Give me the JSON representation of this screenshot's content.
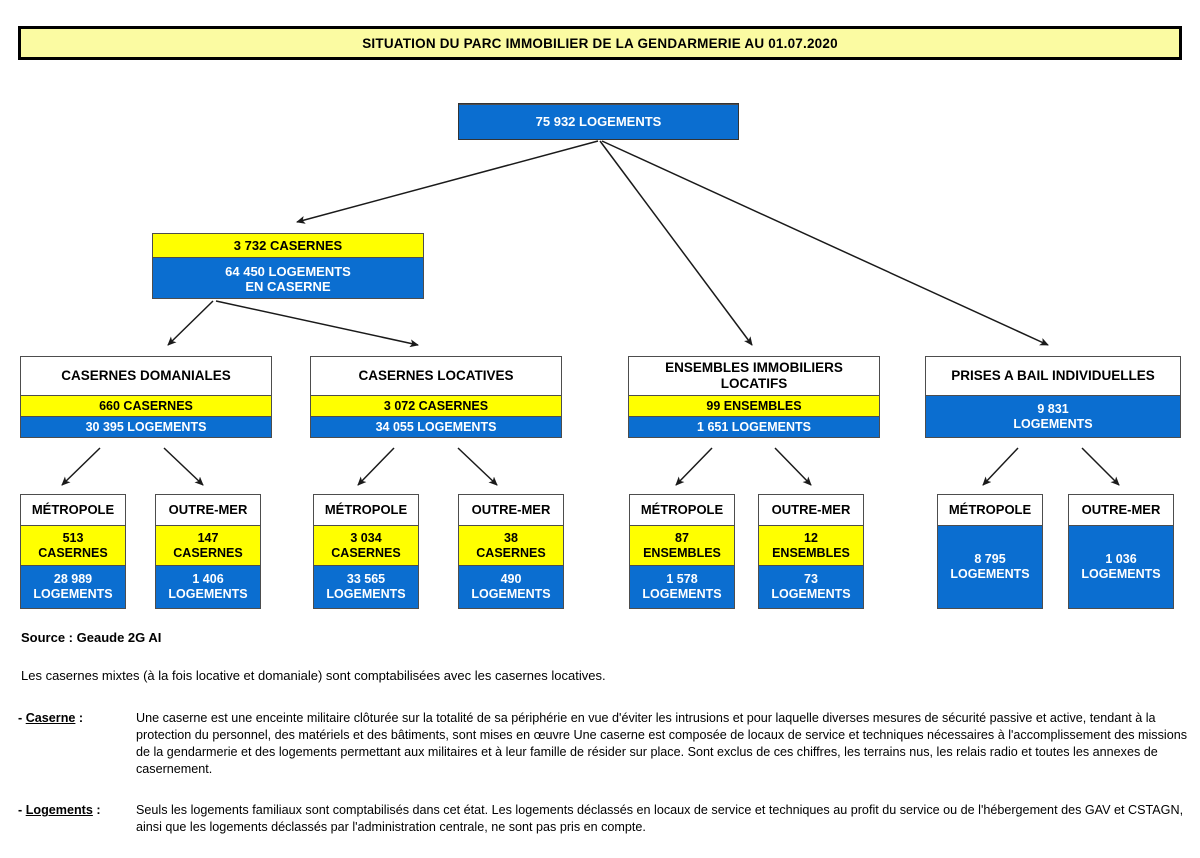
{
  "title": "SITUATION DU PARC IMMOBILIER DE LA GENDARMERIE AU 01.07.2020",
  "colors": {
    "banner_yellow": "#fbfba2",
    "band_yellow": "#ffff00",
    "band_blue": "#0b6ed0",
    "border": "#4d4d4d",
    "text_light": "#ffffff",
    "text_dark": "#000000"
  },
  "tree": {
    "root": {
      "blue_line": "75 932  LOGEMENTS"
    },
    "casernes_total": {
      "yellow_line": "3 732  CASERNES",
      "blue_line_1": "64 450  LOGEMENTS",
      "blue_line_2": "EN CASERNE"
    },
    "categories": [
      {
        "header": "CASERNES DOMANIALES",
        "yellow_line": "660  CASERNES",
        "blue_line": "30 395  LOGEMENTS",
        "children": [
          {
            "header": "MÉTROPOLE",
            "yellow_line_1": "513",
            "yellow_line_2": "CASERNES",
            "blue_line_1": "28 989",
            "blue_line_2": "LOGEMENTS"
          },
          {
            "header": "OUTRE-MER",
            "yellow_line_1": "147",
            "yellow_line_2": "CASERNES",
            "blue_line_1": "1 406",
            "blue_line_2": "LOGEMENTS"
          }
        ]
      },
      {
        "header": "CASERNES LOCATIVES",
        "yellow_line": "3 072  CASERNES",
        "blue_line": "34 055  LOGEMENTS",
        "children": [
          {
            "header": "MÉTROPOLE",
            "yellow_line_1": "3 034",
            "yellow_line_2": "CASERNES",
            "blue_line_1": "33 565",
            "blue_line_2": "LOGEMENTS"
          },
          {
            "header": "OUTRE-MER",
            "yellow_line_1": "38",
            "yellow_line_2": "CASERNES",
            "blue_line_1": "490",
            "blue_line_2": "LOGEMENTS"
          }
        ]
      },
      {
        "header_line_1": "ENSEMBLES IMMOBILIERS",
        "header_line_2": "LOCATIFS",
        "yellow_line": "99  ENSEMBLES",
        "blue_line": "1 651  LOGEMENTS",
        "children": [
          {
            "header": "MÉTROPOLE",
            "yellow_line_1": "87",
            "yellow_line_2": "ENSEMBLES",
            "blue_line_1": "1 578",
            "blue_line_2": "LOGEMENTS"
          },
          {
            "header": "OUTRE-MER",
            "yellow_line_1": "12",
            "yellow_line_2": "ENSEMBLES",
            "blue_line_1": "73",
            "blue_line_2": "LOGEMENTS"
          }
        ]
      },
      {
        "header": "PRISES A BAIL INDIVIDUELLES",
        "blue_line_1": "9 831",
        "blue_line_2": "LOGEMENTS",
        "children": [
          {
            "header": "MÉTROPOLE",
            "blue_line_1": "8 795",
            "blue_line_2": "LOGEMENTS"
          },
          {
            "header": "OUTRE-MER",
            "blue_line_1": "1 036",
            "blue_line_2": "LOGEMENTS"
          }
        ]
      }
    ]
  },
  "footer": {
    "source": "Source : Geaude 2G  AI",
    "mixed_note": "Les casernes mixtes (à la fois locative et domaniale) sont comptabilisées avec les casernes locatives.",
    "definitions": [
      {
        "bullet": "-",
        "term": "Caserne",
        "colon": ":",
        "body": "Une caserne est une enceinte militaire clôturée sur la totalité de sa périphérie en vue d'éviter les intrusions et pour laquelle diverses mesures de sécurité passive et active, tendant à la protection du personnel, des matériels et des bâtiments, sont mises en œuvre Une caserne est composée de locaux de service et techniques nécessaires à l'accomplissement des missions de la gendarmerie et des logements permettant aux militaires et à leur famille de résider sur place. Sont exclus de ces chiffres, les terrains nus, les relais radio et toutes les annexes de casernement."
      },
      {
        "bullet": "-",
        "term": "Logements",
        "colon": ":",
        "body": "Seuls les logements familiaux sont comptabilisés dans cet état. Les logements déclassés en locaux de service et techniques au profit du service ou de l'hébergement des GAV et CSTAGN, ainsi que les logements déclassés par l'administration centrale, ne sont pas pris en compte."
      }
    ]
  }
}
